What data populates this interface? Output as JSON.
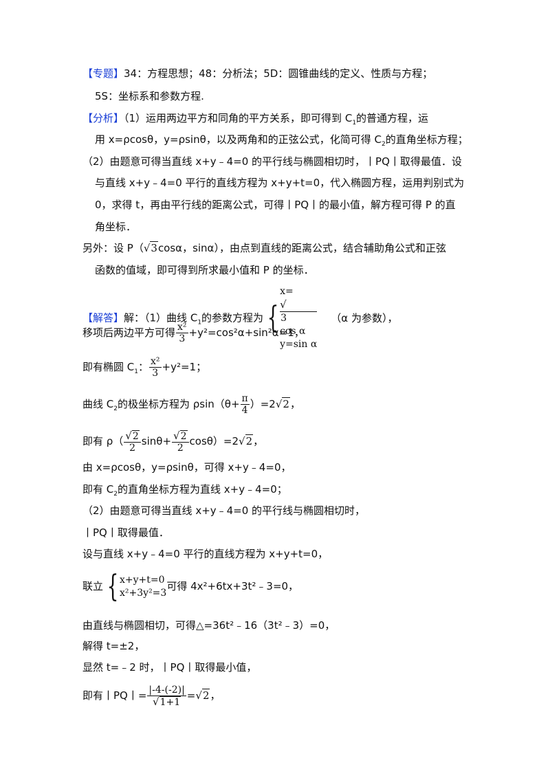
{
  "topic": {
    "tag": "【专题】",
    "line1": "34：方程思想；48：分析法；5D：圆锥曲线的定义、性质与方程；",
    "line2": "5S：坐标系和参数方程."
  },
  "analysis": {
    "tag": "【分析】",
    "p1_line1": "（1）运用两边平方和同角的平方关系，即可得到 C",
    "p1_line1_sub": "1",
    "p1_line1_end": "的普通方程，运",
    "p1_line2_a": "用 x=ρcosθ，y=ρsinθ，以及两角和的正弦公式，化简可得 C",
    "p1_line2_sub": "2",
    "p1_line2_b": "的直角坐标方程；",
    "p2_line1": "（2）由题意可得当直线 x+y﹣4=0 的平行线与椭圆相切时，丨PQ丨取得最值．设",
    "p2_line2": "与直线 x+y﹣4=0 平行的直线方程为 x+y+t=0，代入椭圆方程，运用判别式为",
    "p2_line3": "0，求得 t，再由平行线的距离公式，可得丨PQ丨的最小值，解方程可得 P 的直",
    "p2_line4": "角坐标．",
    "extra_line1_a": "另外：设 P（",
    "extra_sqrt": "3",
    "extra_line1_b": "cosα，sinα），由点到直线的距离公式，结合辅助角公式和正弦",
    "extra_line2": "函数的值域，即可得到所求最小值和 P 的坐标．"
  },
  "solution": {
    "tag": "【解答】",
    "l1_a": "解：（1）曲线 C",
    "l1_sub": "1",
    "l1_b": "的参数方程为",
    "l1_sys_top_a": "x=",
    "l1_sys_top_sqrt": "3",
    "l1_sys_top_b": "cos α",
    "l1_sys_bottom": "y=sin α",
    "l1_c": "（α 为参数），",
    "l2_a": "移项后两边平方可得",
    "l2_num": "x²",
    "l2_den": "3",
    "l2_b": "+y²=cos²α+sin²α=1，",
    "l3_a": "即有椭圆 C",
    "l3_sub": "1",
    "l3_b": "：",
    "l3_num": "x²",
    "l3_den": "3",
    "l3_c": "+y²=1；",
    "l4_a": "曲线 C",
    "l4_sub": "2",
    "l4_b": "的极坐标方程为 ρsin（θ+",
    "l4_num": "π",
    "l4_den": "4",
    "l4_c": "）=2",
    "l4_sqrt": "2",
    "l4_d": "，",
    "l5_a": "即有 ρ（",
    "l5_num1": "2",
    "l5_den1": "2",
    "l5_b": "sinθ+",
    "l5_num2": "2",
    "l5_den2": "2",
    "l5_c": "cosθ）=2",
    "l5_sqrt": "2",
    "l5_d": "，",
    "l6": "由 x=ρcosθ，y=ρsinθ，可得 x+y﹣4=0，",
    "l7_a": "即有 C",
    "l7_sub": "2",
    "l7_b": "的直角坐标方程为直线 x+y﹣4=0；",
    "l8": "（2）由题意可得当直线 x+y﹣4=0 的平行线与椭圆相切时，",
    "l9": "丨PQ丨取得最值．",
    "l10": "设与直线 x+y﹣4=0 平行的直线方程为 x+y+t=0，",
    "l11_a": "联立",
    "l11_sys_top": "x+y+t=0",
    "l11_sys_bottom": "x²+3y²=3",
    "l11_b": "可得 4x²+6tx+3t²﹣3=0，",
    "l12": "由直线与椭圆相切，可得△=36t²﹣16（3t²﹣3）=0，",
    "l13": "解得 t=±2，",
    "l14": "显然 t=﹣2 时，丨PQ丨取得最小值，",
    "l15_a": "即有丨PQ丨=",
    "l15_num": "|-4-(-2)|",
    "l15_den_sqrt": "1+1",
    "l15_b": "=",
    "l15_sqrt": "2",
    "l15_c": "，"
  }
}
